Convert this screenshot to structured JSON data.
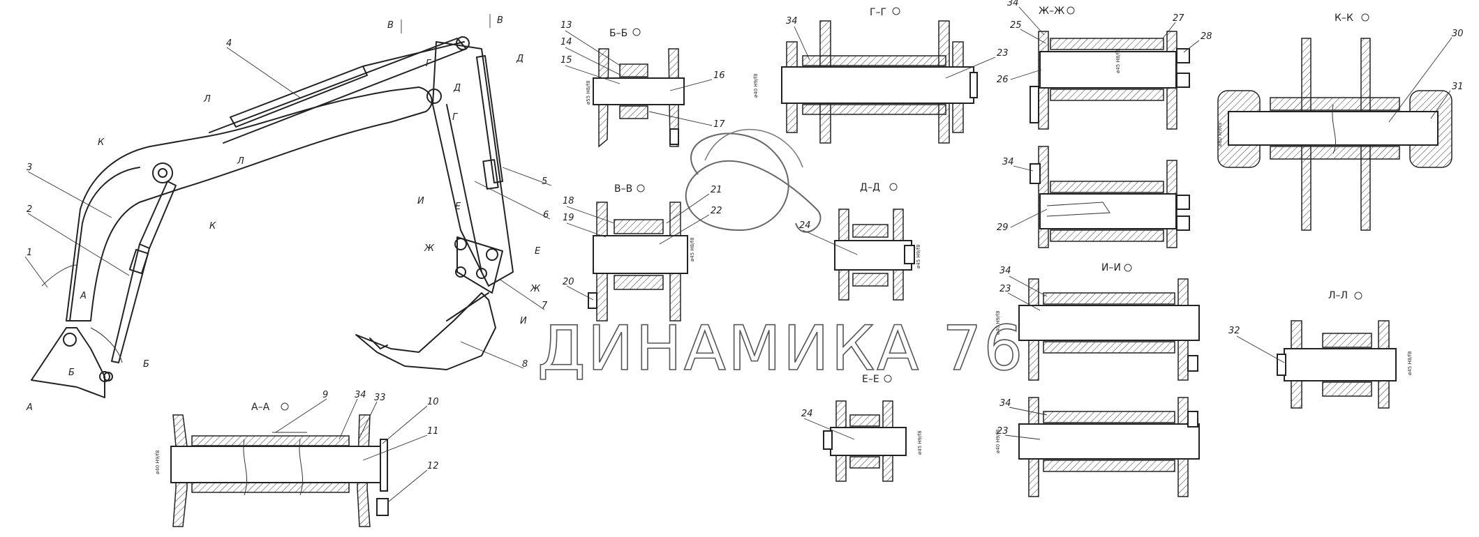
{
  "watermark": "ДИНАМИКА 76",
  "callouts": [
    "1",
    "2",
    "3",
    "4",
    "5",
    "6",
    "7",
    "8",
    "9",
    "10",
    "11",
    "12",
    "13",
    "14",
    "15",
    "16",
    "17",
    "18",
    "19",
    "20",
    "21",
    "22",
    "23",
    "24",
    "25",
    "26",
    "27",
    "28",
    "29",
    "30",
    "31",
    "32",
    "33",
    "34"
  ],
  "section_titles": {
    "aa": "А–А",
    "bb": "Б–Б",
    "vv": "В–В",
    "gg": "Г–Г",
    "dd": "Д–Д",
    "ee": "Е–Е",
    "zhzh": "Ж–Ж",
    "ii": "И–И",
    "kk": "К–К",
    "ll": "Л–Л"
  },
  "cut_marks": {
    "a": "А",
    "b": "Б",
    "v": "В",
    "g": "Г",
    "d": "Д",
    "e": "Е",
    "zh": "Ж",
    "i": "И",
    "k": "К",
    "l": "Л"
  },
  "dimensions": {
    "d1": "ø40 H9/f8",
    "d2": "ø55 H8/f8",
    "d3": "ø45 H8/f8",
    "d4": "ø45 H9/f8",
    "d5": "ø80 H9/f8"
  }
}
